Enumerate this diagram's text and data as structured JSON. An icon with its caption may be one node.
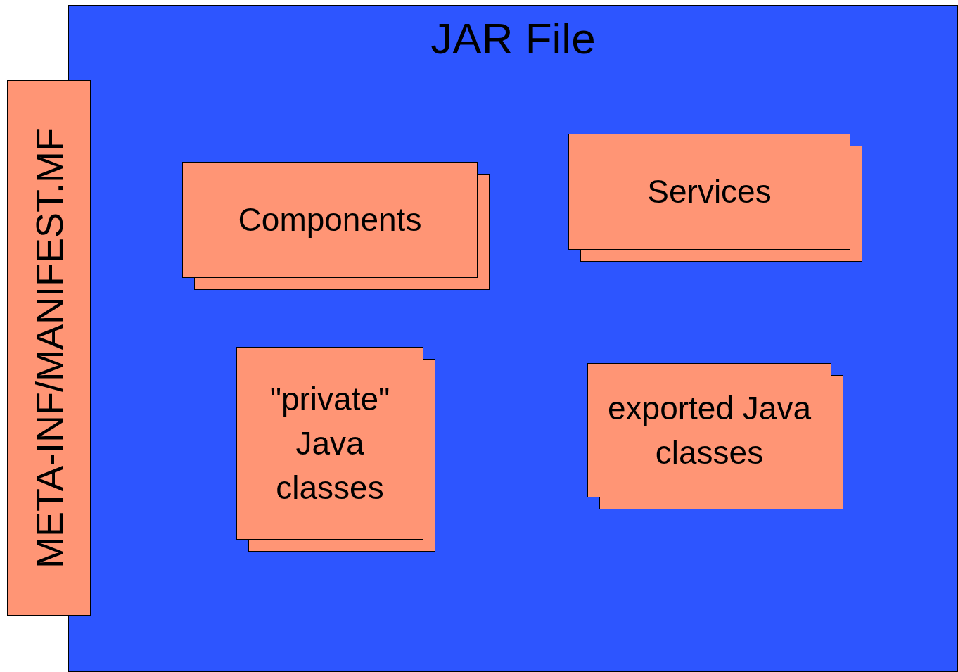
{
  "diagram": {
    "nodes": [
      {
        "text": [
          "JAR File"
        ]
      },
      {
        "text": [
          "META-INF/MANIFEST.MF"
        ]
      },
      {
        "text": [
          "Components"
        ],
        "in": 0
      },
      {
        "text": [
          "Services"
        ],
        "in": 0
      },
      {
        "text": [
          "\"private\" Java classes"
        ],
        "in": 0
      },
      {
        "text": [
          "exported Java classes"
        ],
        "in": 0
      }
    ]
  }
}
